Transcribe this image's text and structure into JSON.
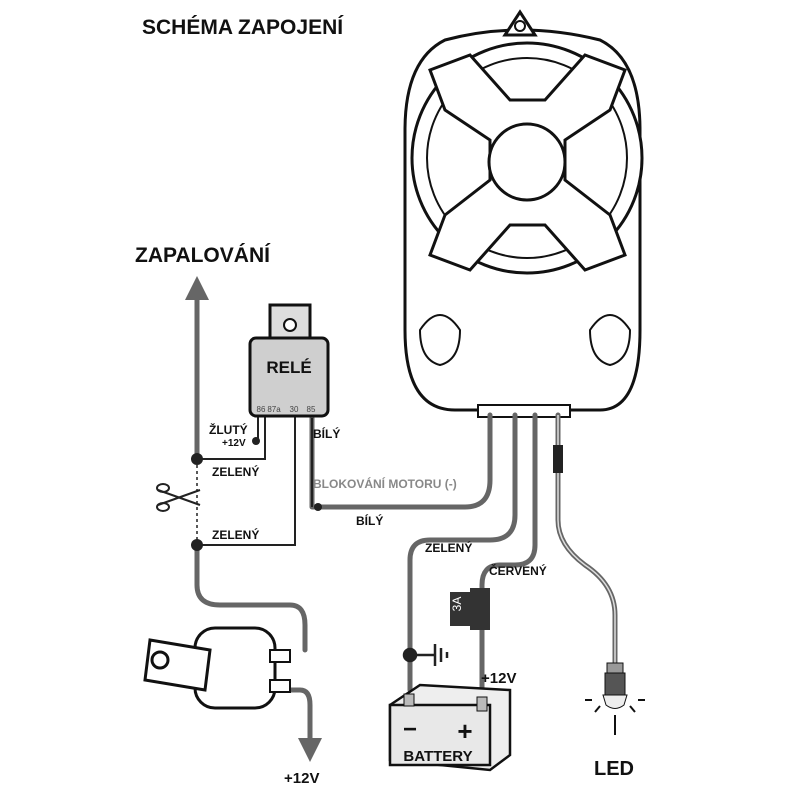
{
  "title": "SCHÉMA ZAPOJENÍ",
  "ignition_label": "ZAPALOVÁNÍ",
  "relay": {
    "label": "RELÉ",
    "pins": [
      "86",
      "87a",
      "30",
      "85"
    ]
  },
  "wires": {
    "yellow": "ŽLUTÝ",
    "relay_plus": "+12V",
    "green_top": "ZELENÝ",
    "green_bottom": "ZELENÝ",
    "white_top": "BÍLÝ",
    "engine_block": "BLOKOVÁNÍ MOTORU (-)",
    "white_bottom": "BÍLÝ",
    "green_battery": "ZELENÝ",
    "red": "ČERVENÝ",
    "battery_plus": "+12V",
    "ignition_plus": "+12V"
  },
  "fuse": "3A",
  "battery": {
    "label": "BATTERY",
    "minus": "−",
    "plus": "+"
  },
  "led": "LED",
  "colors": {
    "wire": "#666666",
    "relay": "#cfcfcf",
    "engine_block_text": "#888888"
  }
}
